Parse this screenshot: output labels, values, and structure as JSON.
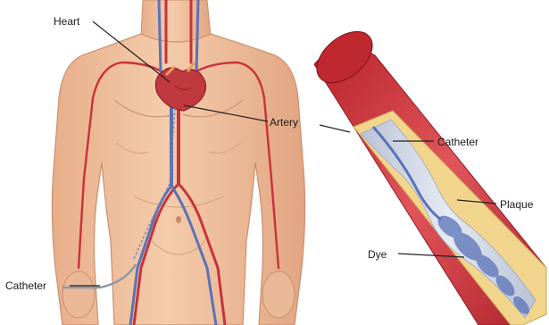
{
  "labels": {
    "heart": "Heart",
    "artery": "Artery",
    "catheter_vessel": "Catheter",
    "plaque": "Plaque",
    "dye": "Dye",
    "catheter_body": "Catheter"
  },
  "colors": {
    "skin": "#f0c3a0",
    "skin_shadow": "#d99a78",
    "artery_red": "#c8323a",
    "vein_blue": "#5a72b8",
    "plaque_yellow": "#f2d58c",
    "vessel_wall": "#d64a4f",
    "vessel_lumen": "#cfd6e6",
    "leader": "#222222"
  }
}
